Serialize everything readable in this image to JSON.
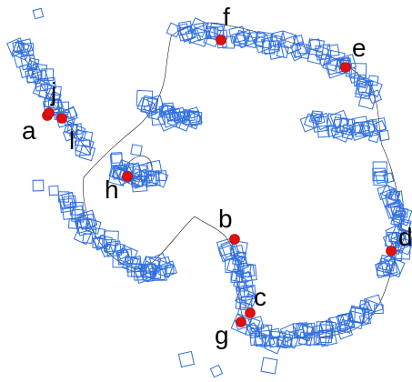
{
  "colors": {
    "background": "#ffffff",
    "tile_stroke": "#2f6fe0",
    "coastline": "#1a1a1a",
    "site_marker": "#e01010",
    "label": "#000000"
  },
  "sites": [
    {
      "id": "a",
      "label": "a"
    },
    {
      "id": "b",
      "label": "b"
    },
    {
      "id": "c",
      "label": "c"
    },
    {
      "id": "d",
      "label": "d"
    },
    {
      "id": "e",
      "label": "e"
    },
    {
      "id": "f",
      "label": "f"
    },
    {
      "id": "g",
      "label": "g"
    },
    {
      "id": "h",
      "label": "h"
    },
    {
      "id": "j",
      "label": "j"
    },
    {
      "id": "l",
      "label": "l"
    }
  ]
}
